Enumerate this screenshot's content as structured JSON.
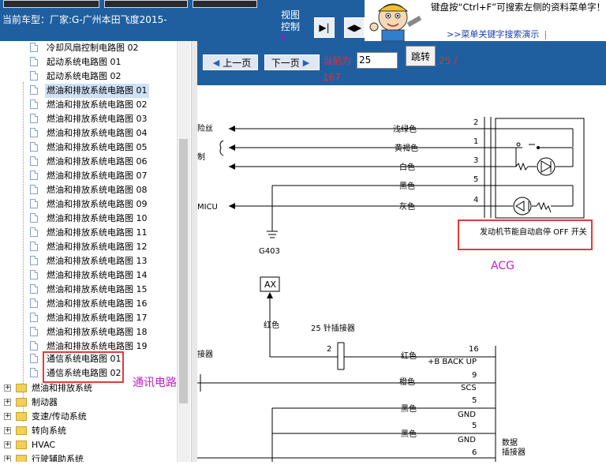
{
  "header": {
    "car_type": "当前车型：厂家:G-广州本田飞度2015-",
    "view_control": [
      "视图",
      "控制"
    ]
  },
  "help": {
    "text": "键盘按“Ctrl+F”可搜索左侧的资料菜单字！",
    "link": ">>菜单关键字搜索演示"
  },
  "sidebar": {
    "items": [
      {
        "label": "冷却风扇控制电路图 02"
      },
      {
        "label": "起动系统电路图 01"
      },
      {
        "label": "起动系统电路图 02"
      },
      {
        "label": "燃油和排放系统电路图 01"
      },
      {
        "label": "燃油和排放系统电路图 02"
      },
      {
        "label": "燃油和排放系统电路图 03"
      },
      {
        "label": "燃油和排放系统电路图 04"
      },
      {
        "label": "燃油和排放系统电路图 05"
      },
      {
        "label": "燃油和排放系统电路图 06"
      },
      {
        "label": "燃油和排放系统电路图 07"
      },
      {
        "label": "燃油和排放系统电路图 08"
      },
      {
        "label": "燃油和排放系统电路图 09"
      },
      {
        "label": "燃油和排放系统电路图 10"
      },
      {
        "label": "燃油和排放系统电路图 11"
      },
      {
        "label": "燃油和排放系统电路图 12"
      },
      {
        "label": "燃油和排放系统电路图 13"
      },
      {
        "label": "燃油和排放系统电路图 14"
      },
      {
        "label": "燃油和排放系统电路图 15"
      },
      {
        "label": "燃油和排放系统电路图 16"
      },
      {
        "label": "燃油和排放系统电路图 17"
      },
      {
        "label": "燃油和排放系统电路图 18"
      },
      {
        "label": "燃油和排放系统电路图 19"
      },
      {
        "label": "通信系统电路图 01"
      },
      {
        "label": "通信系统电路图 02"
      }
    ],
    "folders": [
      {
        "label": "燃油和排放系统"
      },
      {
        "label": "制动器"
      },
      {
        "label": "变速/传动系统"
      },
      {
        "label": "转向系统"
      },
      {
        "label": "HVAC"
      },
      {
        "label": "行驶辅助系统"
      }
    ],
    "annotation": "通讯电路"
  },
  "pager": {
    "prev": "上一页",
    "next": "下一页",
    "current_label": "当前为",
    "current_value": "25",
    "jump": "跳转",
    "total_a": "25 /",
    "total_b": "167"
  },
  "diagram": {
    "left_labels": [
      "险丝",
      "制",
      "MICU",
      "接器"
    ],
    "wire_colors": [
      "浅绿色",
      "黄褐色",
      "白色",
      "黑色",
      "灰色",
      "红色",
      "橙色",
      "黑色",
      "黑色"
    ],
    "pins_top": [
      "2",
      "1",
      "3",
      "5",
      "4"
    ],
    "switch_caption": "发动机节能自动启停 OFF 开关",
    "ground": "G403",
    "acg": "ACG",
    "ax": "AX",
    "ax_wire": "红色",
    "connector_title": "25 针插接器",
    "connector_pin": "2",
    "pins_bottom": [
      "16",
      "9",
      "5",
      "5",
      "6"
    ],
    "signals": [
      "+B BACK UP",
      "SCS",
      "GND",
      "GND"
    ],
    "data_connector": [
      "数据",
      "插接器"
    ]
  }
}
